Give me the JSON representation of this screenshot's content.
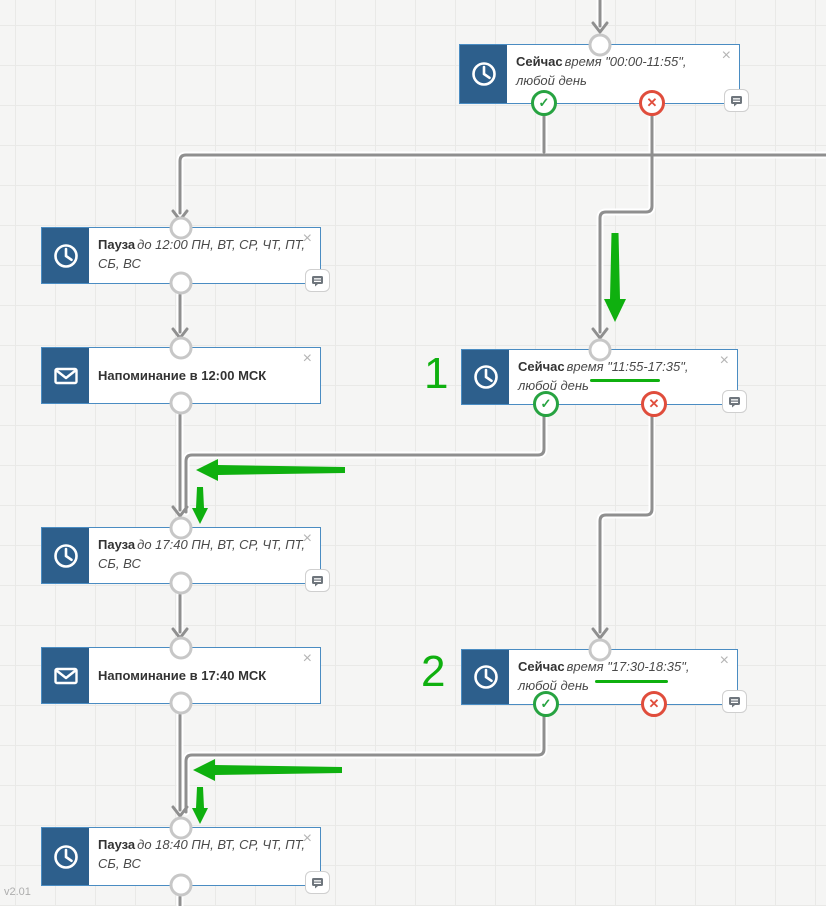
{
  "app": {
    "version_label": "v2.01",
    "view": "flow-editor-canvas"
  },
  "colors": {
    "node_border": "#4a8cc2",
    "icon_block_bg": "#2d5f8c",
    "success_green": "#27a341",
    "failure_red": "#e04d3c",
    "wire_gray": "#8f8f8f",
    "annotation_green": "#0fb00f",
    "canvas_bg": "#f5f5f4",
    "grid_line": "#e9e9e7"
  },
  "icons": {
    "close": "×",
    "check": "✓",
    "cross": "✕",
    "clock": "clock-icon",
    "envelope": "envelope-icon",
    "comment": "comment-icon"
  },
  "nodes": [
    {
      "id": "condition-now-0000-1155",
      "type": "condition",
      "icon": "clock",
      "title": "Сейчас",
      "desc": "время \"00:00-11:55\", любой день"
    },
    {
      "id": "pause-until-1200",
      "type": "pause",
      "icon": "clock",
      "title": "Пауза",
      "desc": "до 12:00 ПН, ВТ, СР, ЧТ, ПТ, СБ, ВС"
    },
    {
      "id": "email-reminder-1200",
      "type": "email",
      "icon": "envelope",
      "title": "Напоминание в 12:00 МСК",
      "desc": ""
    },
    {
      "id": "condition-now-1155-1735",
      "type": "condition",
      "icon": "clock",
      "title": "Сейчас",
      "desc": "время \"11:55-17:35\", любой день"
    },
    {
      "id": "pause-until-1740",
      "type": "pause",
      "icon": "clock",
      "title": "Пауза",
      "desc": "до 17:40 ПН, ВТ, СР, ЧТ, ПТ, СБ, ВС"
    },
    {
      "id": "email-reminder-1740",
      "type": "email",
      "icon": "envelope",
      "title": "Напоминание в 17:40 МСК",
      "desc": ""
    },
    {
      "id": "condition-now-1730-1835",
      "type": "condition",
      "icon": "clock",
      "title": "Сейчас",
      "desc": "время \"17:30-18:35\", любой день"
    },
    {
      "id": "pause-until-1840",
      "type": "pause",
      "icon": "clock",
      "title": "Пауза",
      "desc": "до 18:40 ПН, ВТ, СР, ЧТ, ПТ, СБ, ВС"
    }
  ],
  "annotations": {
    "label_1": "1",
    "label_2": "2"
  }
}
